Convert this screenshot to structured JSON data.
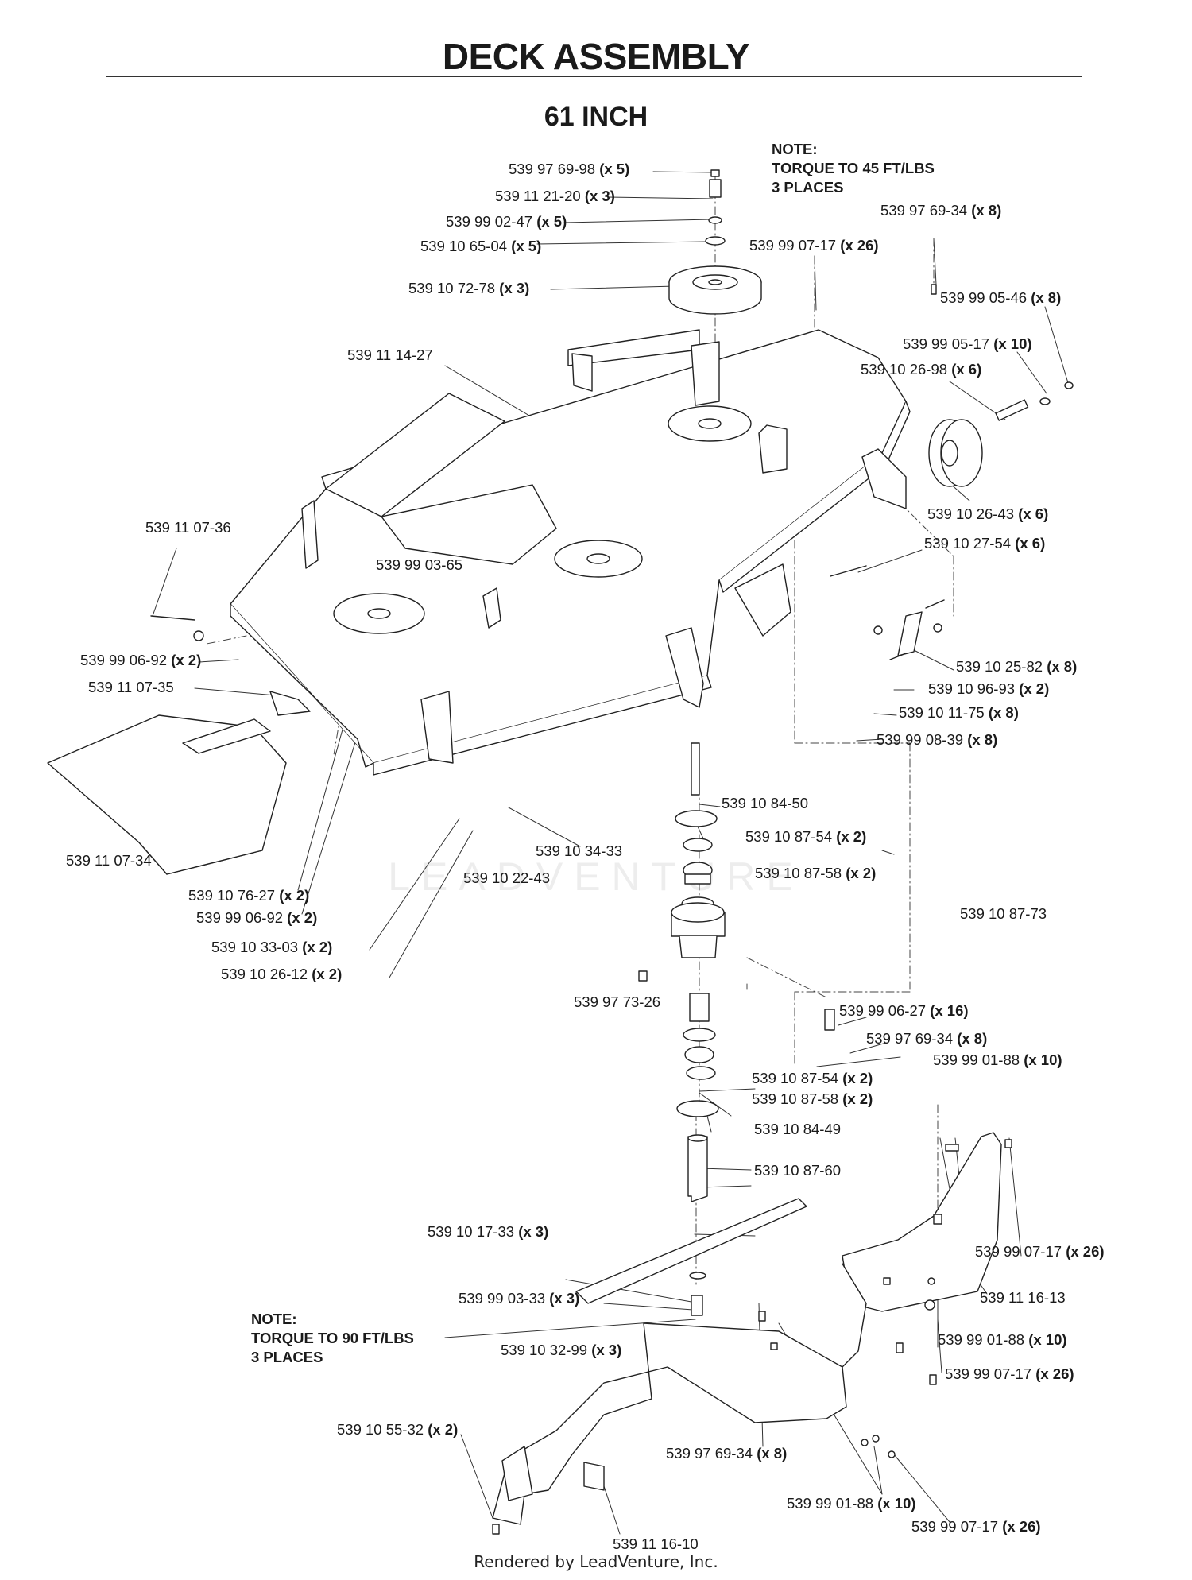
{
  "header": {
    "title": "DECK ASSEMBLY",
    "subtitle": "61 INCH"
  },
  "notes": {
    "top": [
      "NOTE:",
      "TORQUE TO 45 FT/LBS",
      "3 PLACES"
    ],
    "bottom": [
      "NOTE:",
      "TORQUE TO 90 FT/LBS",
      "3 PLACES"
    ]
  },
  "parts": [
    {
      "id": "p01",
      "num": "539 97 69-98",
      "qty": "(x 5)"
    },
    {
      "id": "p02",
      "num": "539 11 21-20",
      "qty": "(x 3)"
    },
    {
      "id": "p03",
      "num": "539 99 02-47",
      "qty": "(x 5)"
    },
    {
      "id": "p04",
      "num": "539 10 65-04",
      "qty": "(x 5)"
    },
    {
      "id": "p05",
      "num": "539 10 72-78",
      "qty": "(x 3)"
    },
    {
      "id": "p06",
      "num": "539 97 69-34",
      "qty": "(x 8)"
    },
    {
      "id": "p07",
      "num": "539 99 07-17",
      "qty": "(x 26)"
    },
    {
      "id": "p08",
      "num": "539 99 05-46",
      "qty": "(x 8)"
    },
    {
      "id": "p09",
      "num": "539 99 05-17",
      "qty": "(x 10)"
    },
    {
      "id": "p10",
      "num": "539 10 26-98",
      "qty": "(x 6)"
    },
    {
      "id": "p11",
      "num": "539 11 14-27",
      "qty": ""
    },
    {
      "id": "p12",
      "num": "539 10 26-43",
      "qty": "(x 6)"
    },
    {
      "id": "p13",
      "num": "539 10 27-54",
      "qty": "(x 6)"
    },
    {
      "id": "p14",
      "num": "539 11 07-36",
      "qty": ""
    },
    {
      "id": "p15",
      "num": "539 99 03-65",
      "qty": ""
    },
    {
      "id": "p16",
      "num": "539 99 06-92",
      "qty": "(x 2)"
    },
    {
      "id": "p17",
      "num": "539 11 07-35",
      "qty": ""
    },
    {
      "id": "p18",
      "num": "539 10 25-82",
      "qty": "(x 8)"
    },
    {
      "id": "p19",
      "num": "539 10 96-93",
      "qty": "(x 2)"
    },
    {
      "id": "p20",
      "num": "539 10 11-75",
      "qty": "(x 8)"
    },
    {
      "id": "p21",
      "num": "539 99 08-39",
      "qty": "(x 8)"
    },
    {
      "id": "p22",
      "num": "539 10 84-50",
      "qty": ""
    },
    {
      "id": "p23",
      "num": "539 10 87-54",
      "qty": "(x 2)"
    },
    {
      "id": "p24",
      "num": "539 10 34-33",
      "qty": ""
    },
    {
      "id": "p25",
      "num": "539 10 87-58",
      "qty": "(x 2)"
    },
    {
      "id": "p26",
      "num": "539 11 07-34",
      "qty": ""
    },
    {
      "id": "p27",
      "num": "539 10 22-43",
      "qty": ""
    },
    {
      "id": "p28",
      "num": "539 10 76-27",
      "qty": "(x 2)"
    },
    {
      "id": "p29",
      "num": "539 99 06-92",
      "qty": "(x 2)"
    },
    {
      "id": "p30",
      "num": "539 10 87-73",
      "qty": ""
    },
    {
      "id": "p31",
      "num": "539 10 33-03",
      "qty": "(x 2)"
    },
    {
      "id": "p32",
      "num": "539 10 26-12",
      "qty": "(x 2)"
    },
    {
      "id": "p33",
      "num": "539 97 73-26",
      "qty": ""
    },
    {
      "id": "p34",
      "num": "539 99 06-27",
      "qty": "(x 16)"
    },
    {
      "id": "p35",
      "num": "539 97 69-34",
      "qty": "(x 8)"
    },
    {
      "id": "p36",
      "num": "539 99 01-88",
      "qty": "(x 10)"
    },
    {
      "id": "p37",
      "num": "539 10 87-54",
      "qty": "(x 2)"
    },
    {
      "id": "p38",
      "num": "539 10 87-58",
      "qty": "(x 2)"
    },
    {
      "id": "p39",
      "num": "539 10 84-49",
      "qty": ""
    },
    {
      "id": "p40",
      "num": "539 10 87-60",
      "qty": ""
    },
    {
      "id": "p41",
      "num": "539 10 17-33",
      "qty": "(x 3)"
    },
    {
      "id": "p42",
      "num": "539 99 07-17",
      "qty": "(x 26)"
    },
    {
      "id": "p43",
      "num": "539 99 03-33",
      "qty": "(x 3)"
    },
    {
      "id": "p44",
      "num": "539 11 16-13",
      "qty": ""
    },
    {
      "id": "p45",
      "num": "539 10 32-99",
      "qty": "(x 3)"
    },
    {
      "id": "p46",
      "num": "539 99 01-88",
      "qty": "(x 10)"
    },
    {
      "id": "p47",
      "num": "539 99 07-17",
      "qty": "(x 26)"
    },
    {
      "id": "p48",
      "num": "539 10 55-32",
      "qty": "(x 2)"
    },
    {
      "id": "p49",
      "num": "539 97 69-34",
      "qty": "(x 8)"
    },
    {
      "id": "p50",
      "num": "539 99 01-88",
      "qty": "(x 10)"
    },
    {
      "id": "p51",
      "num": "539 11 16-10",
      "qty": ""
    },
    {
      "id": "p52",
      "num": "539 99 07-17",
      "qty": "(x 26)"
    }
  ],
  "watermark": "LEADVENTURE",
  "footer": "Rendered by LeadVenture, Inc."
}
